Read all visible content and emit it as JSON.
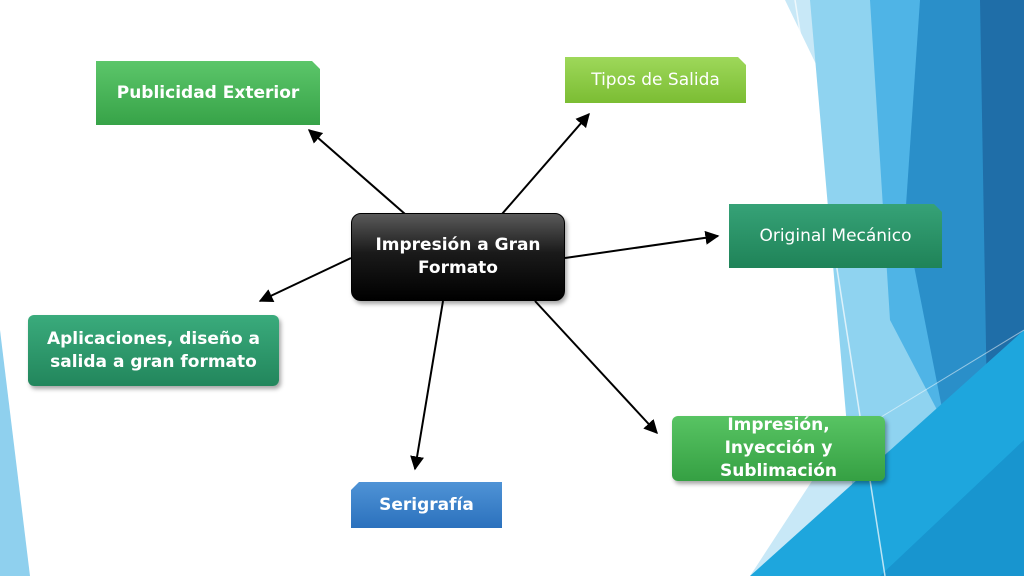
{
  "diagram": {
    "center": {
      "label": "Impresión a Gran Formato"
    },
    "nodes": {
      "publicidad": {
        "label": "Publicidad Exterior"
      },
      "tipos": {
        "label": "Tipos de Salida"
      },
      "original": {
        "label": "Original Mecánico"
      },
      "aplicaciones": {
        "label": "Aplicaciones, diseño a salida a gran formato"
      },
      "impresion": {
        "label": "Impresión, Inyección y Sublimación"
      },
      "serigrafia": {
        "label": "Serigrafía"
      }
    }
  },
  "colors": {
    "accent_blue": "#1a9bd7",
    "dark_green": "#22865c",
    "green": "#37a348",
    "light_green": "#7bbd33",
    "blue_box": "#2b71bd",
    "center_black": "#000000"
  }
}
